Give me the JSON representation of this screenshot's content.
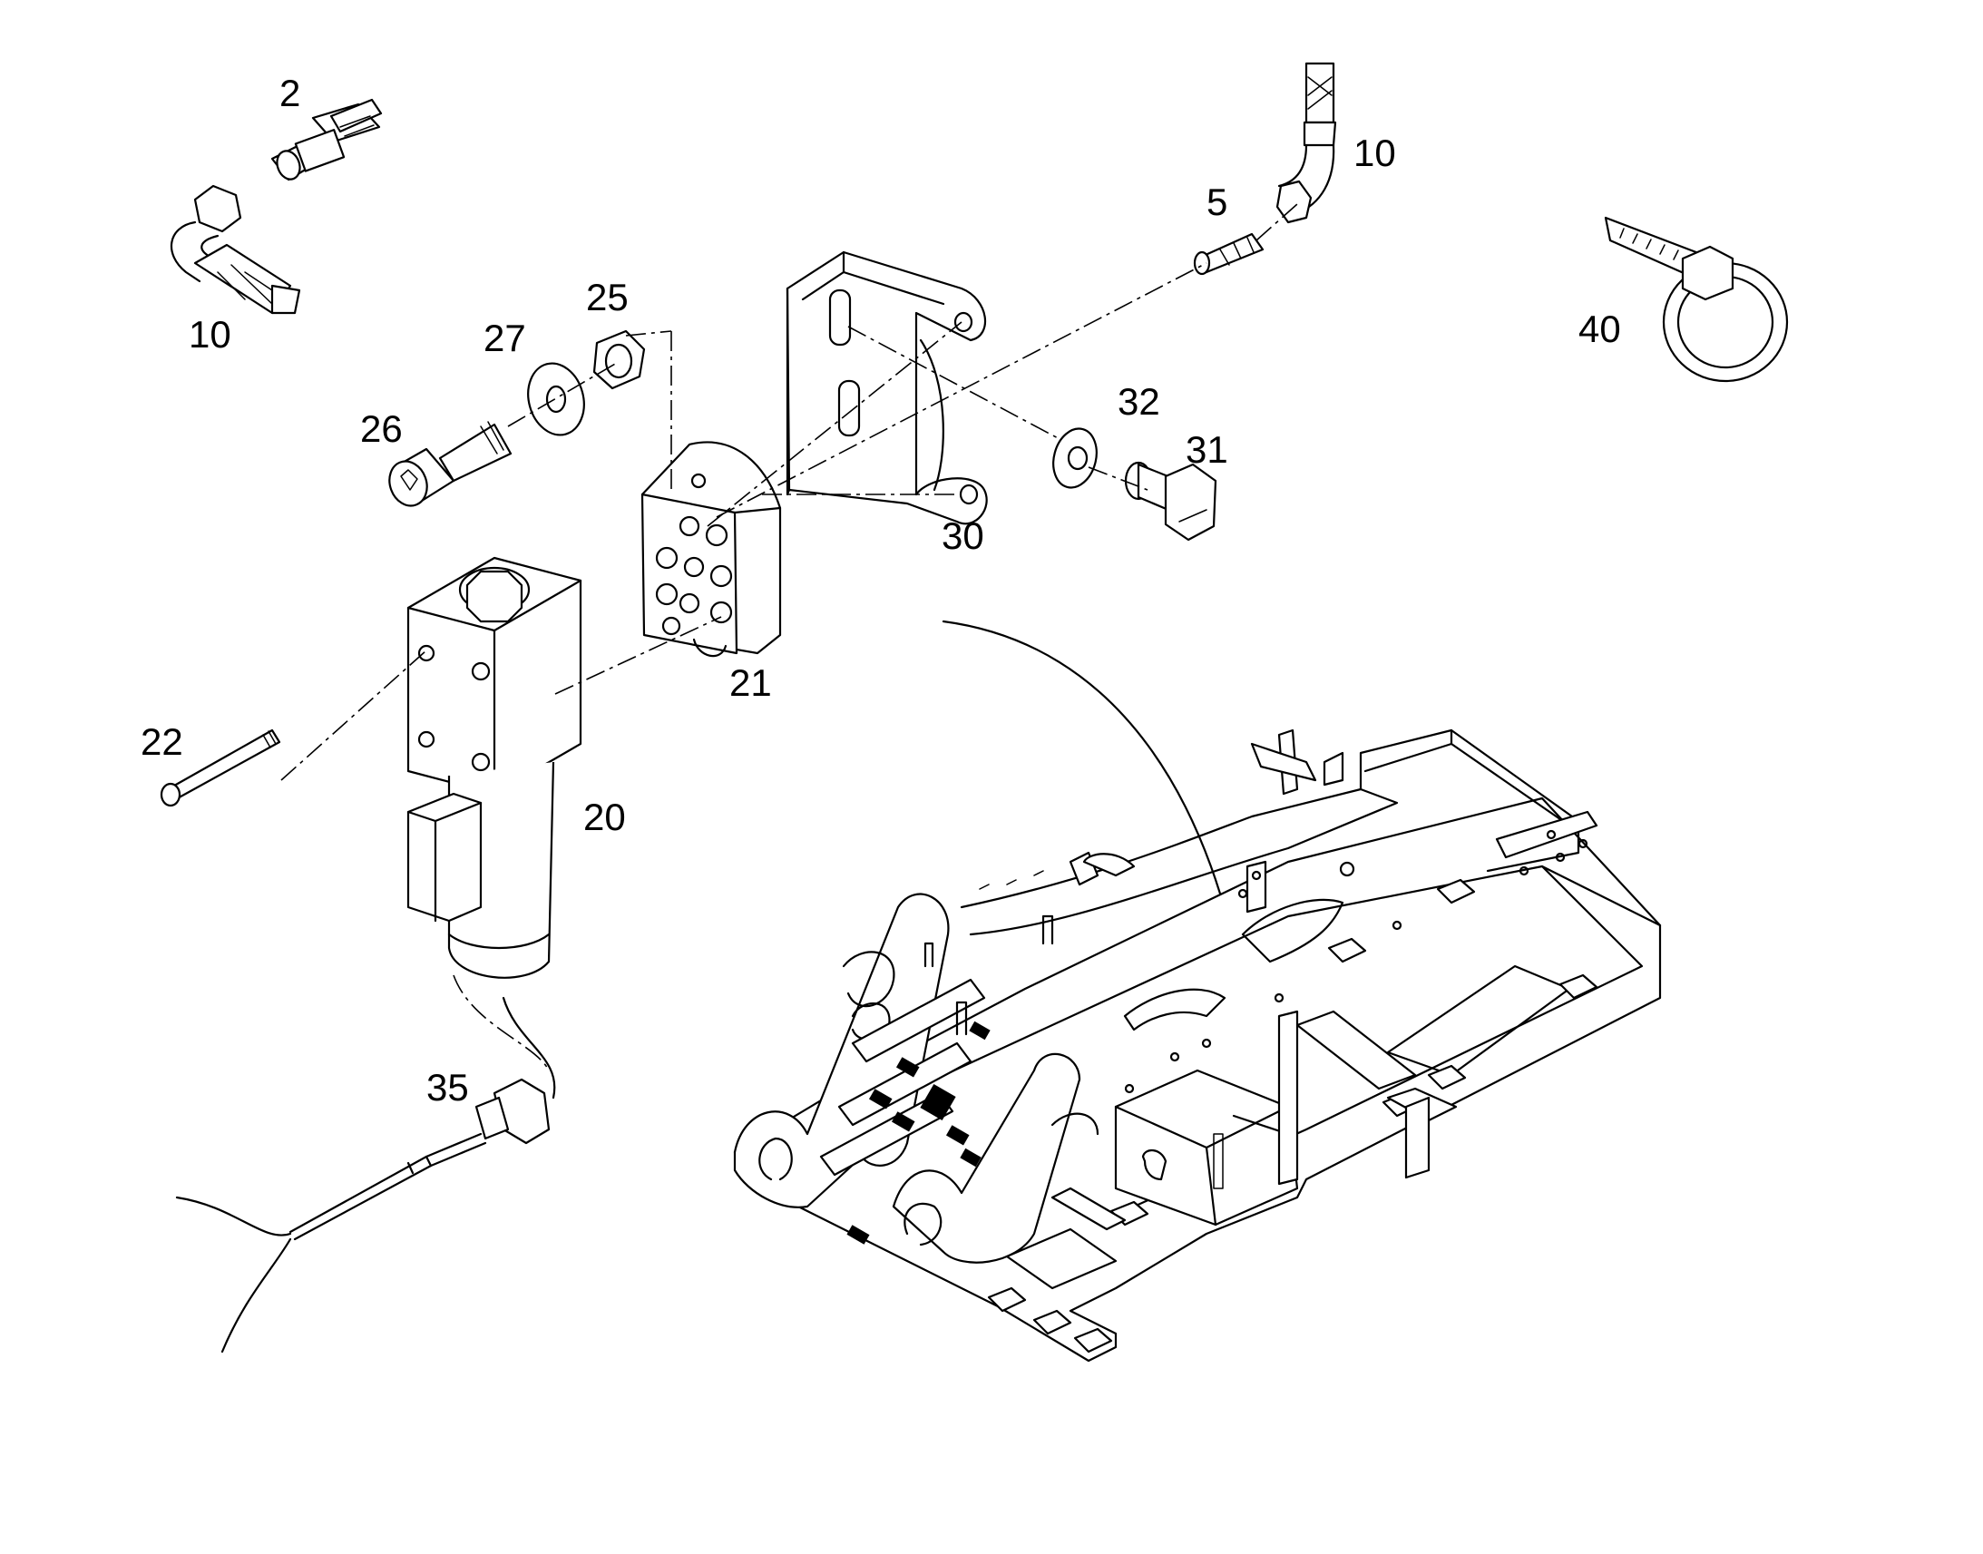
{
  "diagram": {
    "callouts": {
      "c2": "2",
      "c10_left": "10",
      "c10_right": "10",
      "c5": "5",
      "c40": "40",
      "c25": "25",
      "c27": "27",
      "c26": "26",
      "c32": "32",
      "c31": "31",
      "c30": "30",
      "c21": "21",
      "c22": "22",
      "c20": "20",
      "c35": "35"
    }
  }
}
